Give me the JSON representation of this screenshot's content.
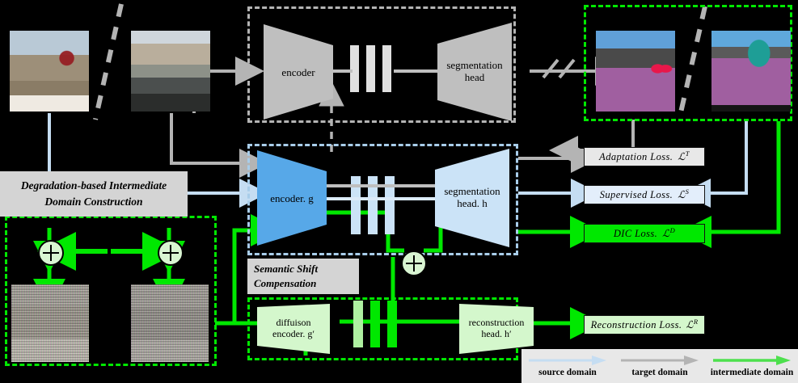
{
  "colors": {
    "source": "#c5ddf2",
    "target": "#b4b4b4",
    "intermediate": "#00e800",
    "encoder_blue": "#57a8e8",
    "head_blue": "#cbe3f7",
    "gray_block": "#bfbfbf",
    "green_block": "#d9f5d2",
    "chip_gray": "#d4d4d4",
    "loss_target_bg": "#e8e8e8",
    "loss_source_bg": "#e3eefb",
    "loss_dic_bg": "#00e800",
    "loss_recon_bg": "#d4f7cc",
    "background": "#000000"
  },
  "top_pipeline": {
    "encoder_label": "encoder",
    "head_label_line1": "segmentation",
    "head_label_line2": "head"
  },
  "mid_pipeline": {
    "encoder_label": "encoder. g",
    "head_label_line1": "segmentation",
    "head_label_line2": "head. h"
  },
  "bottom_pipeline": {
    "encoder_label_line1": "diffuison",
    "encoder_label_line2": "encoder. g′",
    "head_label_line1": "reconstruction",
    "head_label_line2": "head. h′"
  },
  "chips": {
    "degradation_line1": "Degradation-based Intermediate",
    "degradation_line2": "Domain Construction",
    "semantic_line1": "Semantic Shift",
    "semantic_line2": "Compensation"
  },
  "losses": [
    {
      "name": "adaptation",
      "text": "Adaptation Loss.",
      "symbol": "ℒ",
      "sup": "T"
    },
    {
      "name": "supervised",
      "text": "Supervised Loss.",
      "symbol": "ℒ",
      "sup": "S"
    },
    {
      "name": "dic",
      "text": "DIC Loss.",
      "symbol": "ℒ",
      "sup": "D"
    },
    {
      "name": "reconstruction",
      "text": "Reconstruction Loss.",
      "symbol": "ℒ",
      "sup": "R"
    }
  ],
  "legend": {
    "items": [
      {
        "label": "source domain",
        "color": "#c5ddf2"
      },
      {
        "label": "target domain",
        "color": "#b4b4b4"
      },
      {
        "label": "intermediate domain",
        "color": "#4de04d"
      }
    ]
  },
  "images": {
    "source_photo": "gta5-street-scene-with-tram",
    "target_photo": "cityscapes-street-scene-from-car",
    "degraded_source": "noisy-degraded-source-image",
    "degraded_target": "noisy-degraded-target-image",
    "pred_segmentation": "predicted-segmentation-map",
    "gt_segmentation": "ground-truth-segmentation-map"
  },
  "nodes": {
    "plus_left": "+",
    "plus_right": "+",
    "plus_center": "+"
  }
}
